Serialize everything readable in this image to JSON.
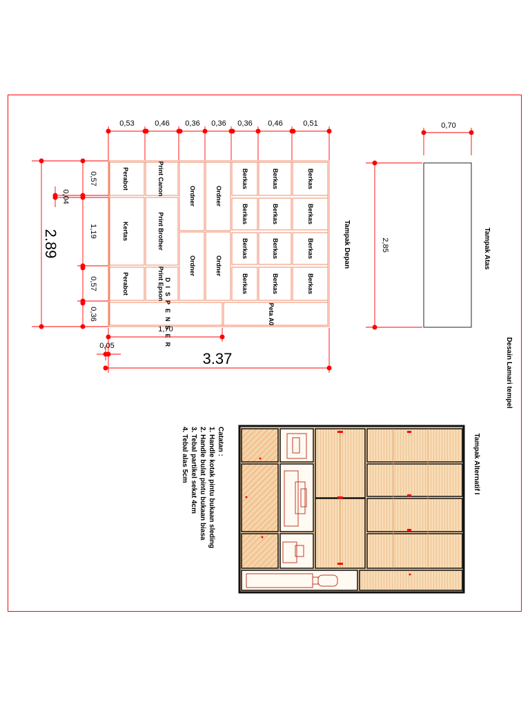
{
  "widths": [
    "0,53",
    "0,46",
    "0,36",
    "0,36",
    "0,36",
    "0,46",
    "0,51"
  ],
  "heights": [
    "0,57",
    "0,04",
    "1,19",
    "0,57",
    "0,36"
  ],
  "total_height": "2.89",
  "total_width": "3.37",
  "dispenser_width": "1,70",
  "offset": "0,05",
  "top_depth": "0,70",
  "side_height": "2,85",
  "labels": {
    "perabot": "Perabot",
    "print_canon": "Print Canon",
    "kertas": "Kertas",
    "print_brother": "Print Brother",
    "print_epson": "Print Epson",
    "ordner": "Ordner",
    "berkas": "Berkas",
    "dispenser": "DISPENSER",
    "peta": "Peta A0"
  },
  "view_titles": {
    "depan": "Tampak Depan",
    "atas": "Tampak Atas",
    "desain": "Desain Lamari tempel",
    "alternatif": "Tampak Alternatif I"
  },
  "notes": {
    "title": "Catatan :",
    "items": [
      "1. Handle kotak pintu bukaan sleding",
      "2. Handle bulat pintu bukaan biasa",
      "3. Tebal partikel sekat 4cm",
      "4. Tebal alas 5cm"
    ]
  },
  "colors": {
    "dimension": "#ff0000",
    "cabinet_line": "#f08a6a",
    "wood_fill": "#f4c898",
    "wood_line": "#e8a060",
    "frame": "#111111",
    "handle": "#ff0000"
  }
}
